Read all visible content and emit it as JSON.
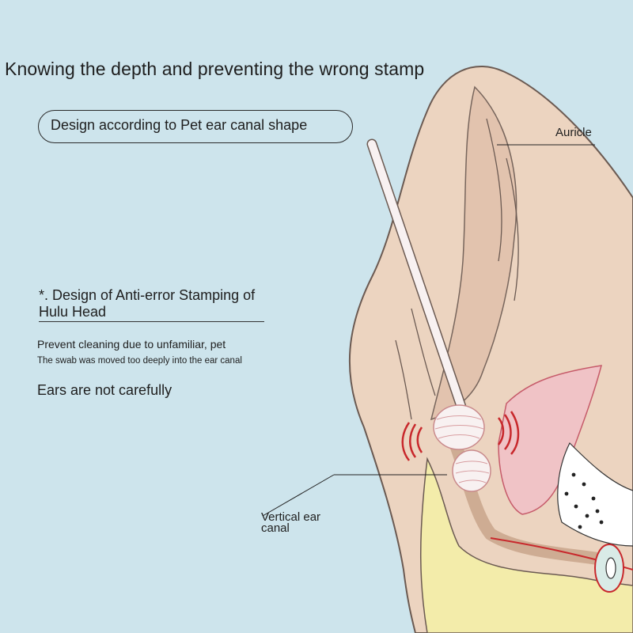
{
  "title": "Knowing the depth and preventing the wrong stamp",
  "pill_text": "Design according to Pet ear canal shape",
  "auricle_label": "Auricle",
  "canal_label_line1": "Vertical ear",
  "canal_label_line2": "canal",
  "feature_heading": "*. Design of Anti-error Stamping of Hulu Head",
  "desc_line1": "Prevent cleaning due to unfamiliar, pet",
  "desc_line2": "The swab was moved too deeply into the ear canal",
  "desc_line3": "Ears are not carefully",
  "colors": {
    "background": "#cde4ec",
    "ear_skin": "#ecd4c0",
    "cartilage": "#f3ecaa",
    "pink_tissue": "#f0c3c6",
    "swab": "#f8f1f1",
    "warning_red": "#c8282c"
  }
}
